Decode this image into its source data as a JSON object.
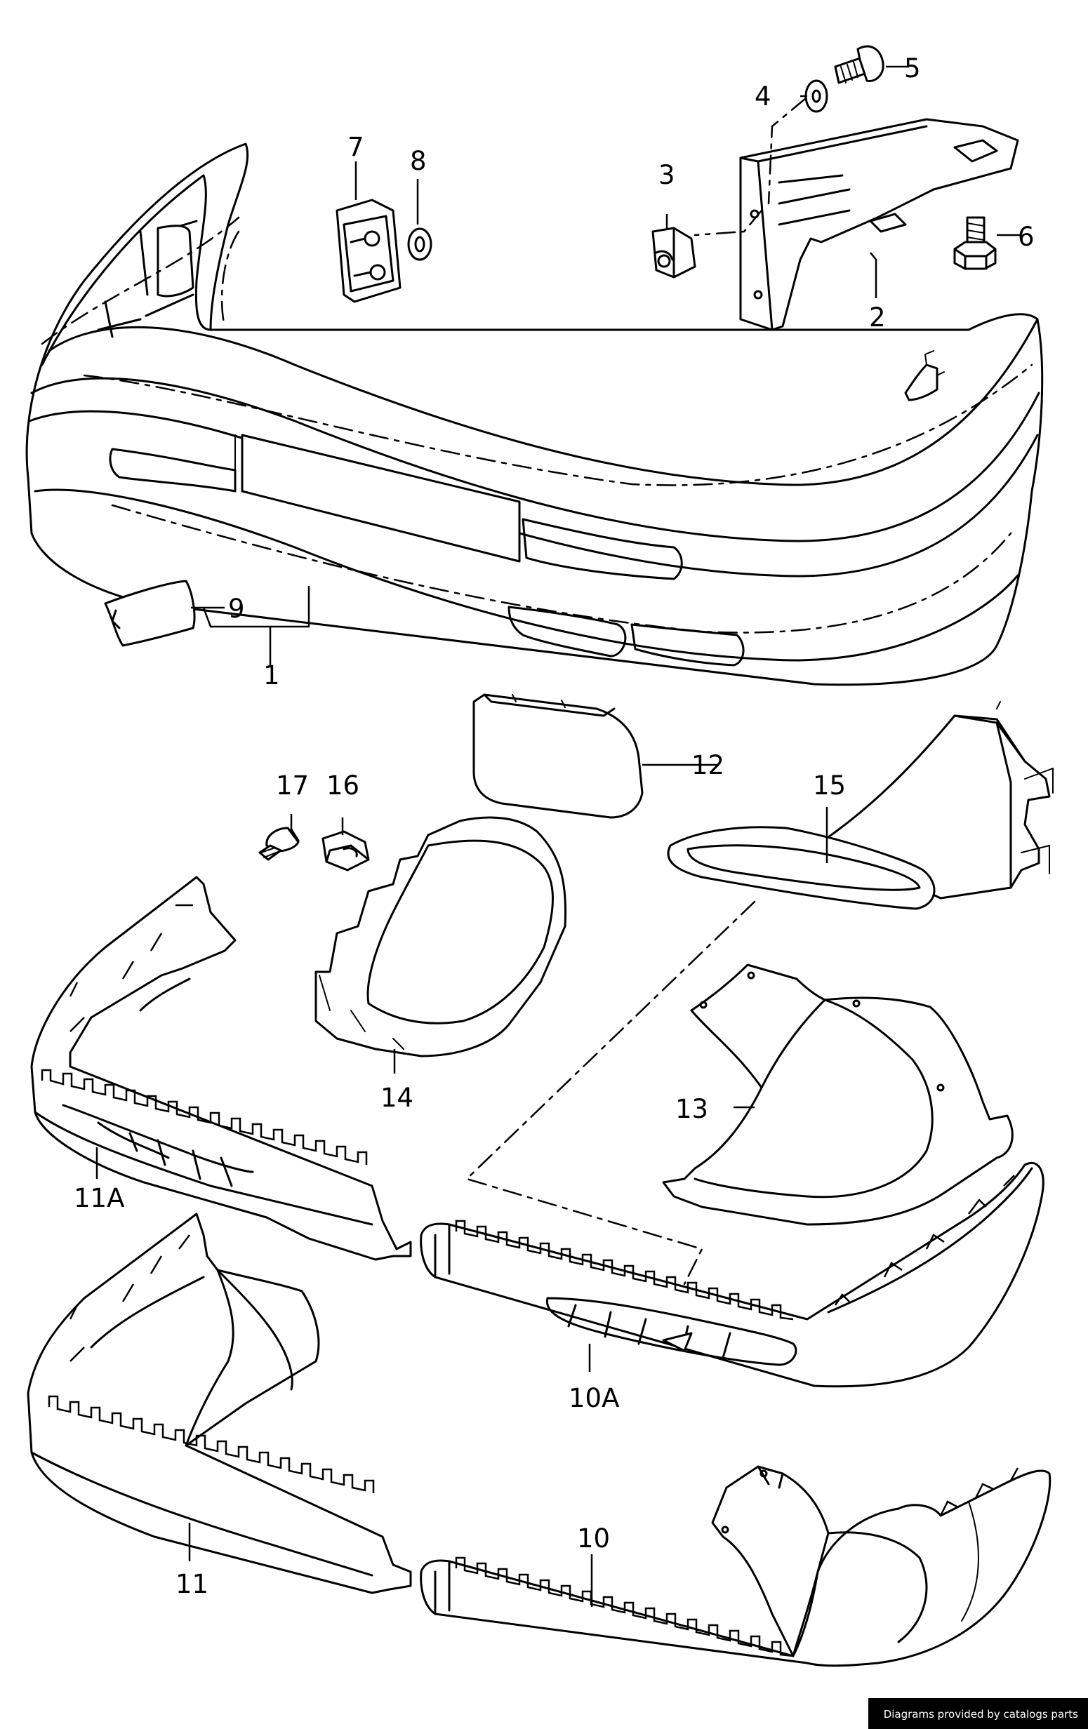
{
  "labels": {
    "p1": "1",
    "p2": "2",
    "p3": "3",
    "p4": "4",
    "p5": "5",
    "p6": "6",
    "p7": "7",
    "p8": "8",
    "p9": "9",
    "p10": "10",
    "p10A": "10A",
    "p11": "11",
    "p11A": "11A",
    "p12": "12",
    "p13": "13",
    "p14": "14",
    "p15": "15",
    "p16": "16",
    "p17": "17"
  },
  "credit": "Diagrams provided by catalogs parts"
}
